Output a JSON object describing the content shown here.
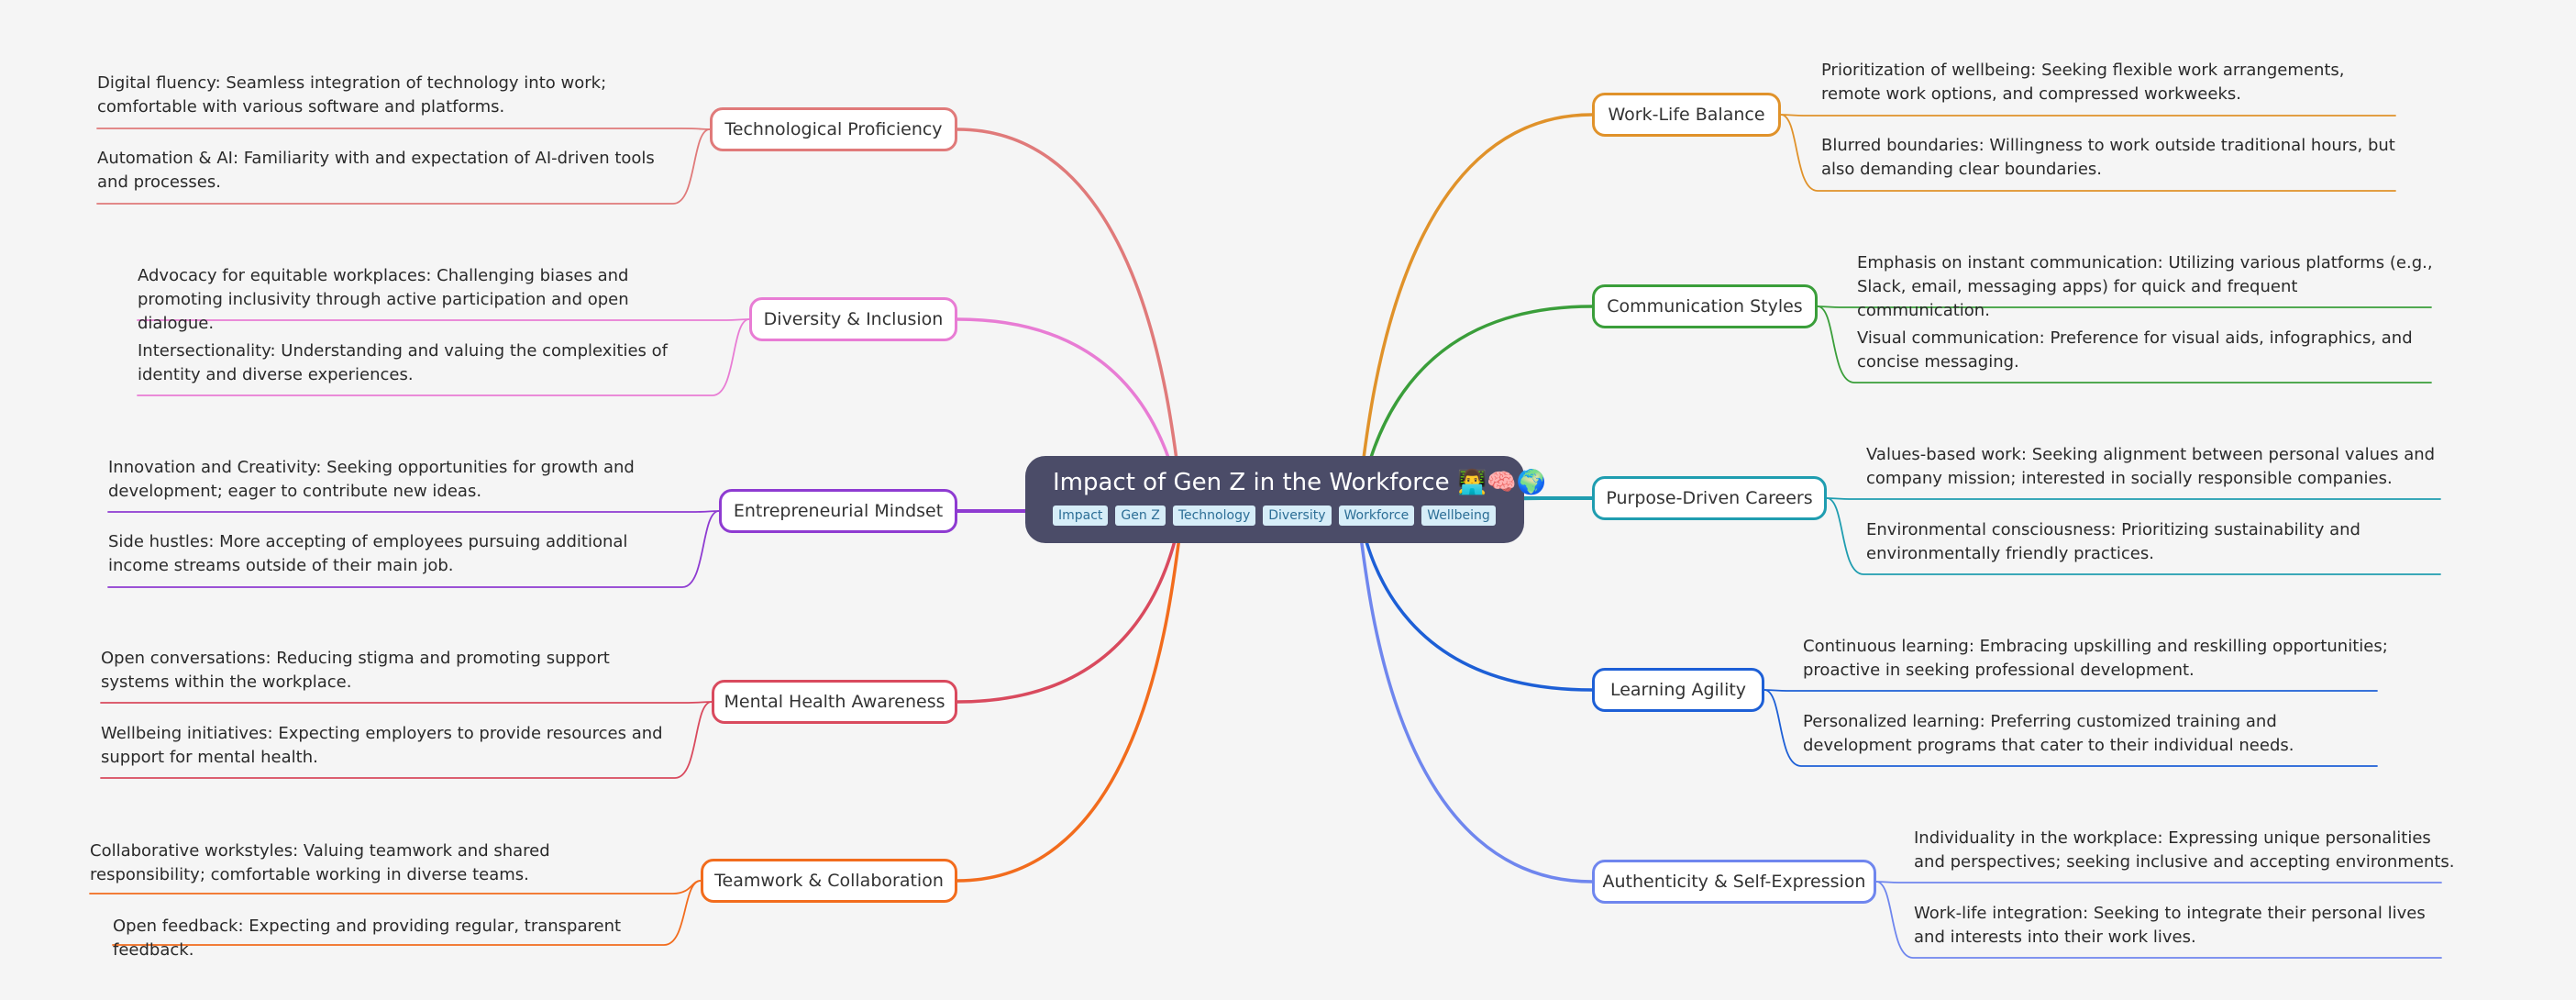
{
  "central": {
    "title": "Impact of Gen Z in the Workforce 👨‍💻🧠🌍",
    "tags": [
      "Impact",
      "Gen Z",
      "Technology",
      "Diversity",
      "Workforce",
      "Wellbeing"
    ]
  },
  "branches": {
    "technological_proficiency": {
      "label": "Technological Proficiency",
      "color": "#e07a7a",
      "leaves": [
        "Digital fluency: Seamless integration of technology into work; comfortable with various software and platforms.",
        "Automation & AI:  Familiarity with and expectation of AI-driven tools and processes."
      ]
    },
    "diversity_inclusion": {
      "label": "Diversity & Inclusion",
      "color": "#e87cd4",
      "leaves": [
        "Advocacy for equitable workplaces: Challenging biases and promoting inclusivity through active participation and open dialogue.",
        "Intersectionality: Understanding and valuing the complexities of identity and diverse experiences."
      ]
    },
    "entrepreneurial_mindset": {
      "label": "Entrepreneurial Mindset",
      "color": "#8e3bd1",
      "leaves": [
        "Innovation and Creativity:  Seeking opportunities for growth and development; eager to contribute new ideas.",
        "Side hustles: More accepting of employees pursuing additional income streams outside of their main job."
      ]
    },
    "mental_health_awareness": {
      "label": "Mental Health Awareness",
      "color": "#d94a5e",
      "leaves": [
        "Open conversations: Reducing stigma and promoting support systems within the workplace.",
        "Wellbeing initiatives:  Expecting employers to provide resources and support for mental health."
      ]
    },
    "teamwork_collaboration": {
      "label": "Teamwork & Collaboration",
      "color": "#f26c1d",
      "leaves": [
        "Collaborative workstyles: Valuing teamwork and shared responsibility; comfortable working in diverse teams.",
        "Open feedback:  Expecting and providing regular, transparent feedback."
      ]
    },
    "work_life_balance": {
      "label": "Work-Life Balance",
      "color": "#e0922a",
      "leaves": [
        "Prioritization of wellbeing: Seeking flexible work arrangements, remote work options, and compressed workweeks.",
        "Blurred boundaries:  Willingness to work outside traditional hours, but also demanding clear boundaries."
      ]
    },
    "communication_styles": {
      "label": "Communication Styles",
      "color": "#3a9e3a",
      "leaves": [
        "Emphasis on instant communication:  Utilizing various platforms (e.g., Slack, email, messaging apps) for quick and frequent communication.",
        "Visual communication:  Preference for visual aids, infographics, and concise messaging."
      ]
    },
    "purpose_driven_careers": {
      "label": "Purpose-Driven Careers",
      "color": "#1f9db0",
      "leaves": [
        "Values-based work: Seeking alignment between personal values and company mission; interested in socially responsible companies.",
        "Environmental consciousness:  Prioritizing sustainability and environmentally friendly practices."
      ]
    },
    "learning_agility": {
      "label": "Learning Agility",
      "color": "#1d5fd6",
      "leaves": [
        "Continuous learning: Embracing upskilling and reskilling opportunities; proactive in seeking professional development.",
        "Personalized learning:  Preferring customized training and development programs that cater to their individual needs."
      ]
    },
    "authenticity_self_expression": {
      "label": "Authenticity & Self-Expression",
      "color": "#6f86ee",
      "leaves": [
        "Individuality in the workplace:  Expressing unique personalities and perspectives; seeking inclusive and accepting environments.",
        "Work-life integration:  Seeking to integrate their personal lives and interests into their work lives."
      ]
    }
  }
}
